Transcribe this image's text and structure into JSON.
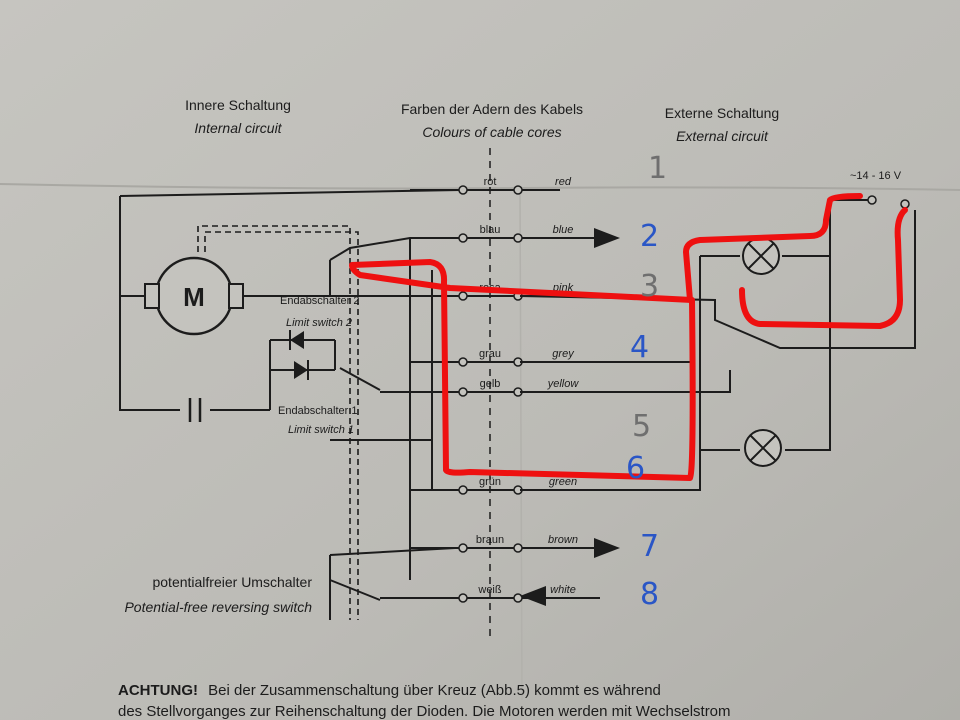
{
  "headers": {
    "internal_de": "Innere Schaltung",
    "internal_en": "Internal circuit",
    "colors_de": "Farben der Adern des Kabels",
    "colors_en": "Colours of cable cores",
    "external_de": "Externe Schaltung",
    "external_en": "External circuit"
  },
  "voltage": "~14 - 16 V",
  "motor_label": "M",
  "limit_switch_2_de": "Endabschalter 2",
  "limit_switch_2_en": "Limit switch 2",
  "limit_switch_1_de": "Endabschalter 1",
  "limit_switch_1_en": "Limit switch 1",
  "reversing_de": "potentialfreier Umschalter",
  "reversing_en": "Potential-free reversing switch",
  "wires": [
    {
      "de": "rot",
      "en": "red",
      "hand": "1"
    },
    {
      "de": "blau",
      "en": "blue",
      "hand": "2"
    },
    {
      "de": "rosa",
      "en": "pink",
      "hand": "3"
    },
    {
      "de": "grau",
      "en": "grey",
      "hand": "4"
    },
    {
      "de": "gelb",
      "en": "yellow",
      "hand": "5"
    },
    {
      "de": "grün",
      "en": "green",
      "hand": "6"
    },
    {
      "de": "braun",
      "en": "brown",
      "hand": "7"
    },
    {
      "de": "weiß",
      "en": "white",
      "hand": "8"
    }
  ],
  "warning_bold": "ACHTUNG!",
  "warning_text": "Bei der Zusammenschaltung über Kreuz (Abb.5) kommt es während",
  "warning_text_2": "des Stellvorganges zur Reihenschaltung der Dioden. Die Motoren werden mit Wechselstrom",
  "colors": {
    "paper": "#bdbcb7",
    "ink": "#1c1c1c",
    "marker_red": "#ee1010",
    "pen_blue": "#2a56c6",
    "pencil_grey": "#6f6f6f"
  }
}
